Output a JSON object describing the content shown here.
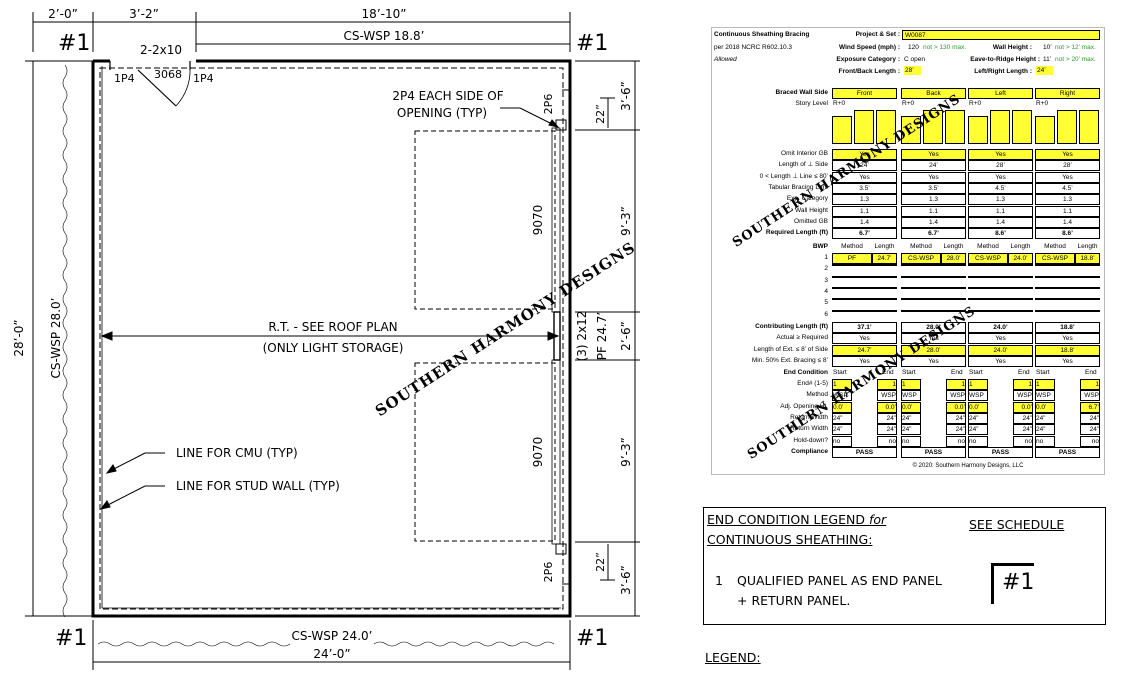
{
  "plan": {
    "dims_top": [
      "2’-0”",
      "3’-2”",
      "18’-10”"
    ],
    "top_wall_label": "CS-WSP 18.8’",
    "bottom_wall_label": "CS-WSP 24.0’",
    "bottom_dim": "24’-0”",
    "left_dim": "28’-0”",
    "left_wall_label": "CS-WSP 28.0’",
    "corner_mark": "#1",
    "header_label": "2-2x10",
    "post_left": "1P4",
    "door_label": "3068",
    "post_right": "1P4",
    "note_2p4": [
      "2P4 EACH SIDE OF",
      "OPENING (TYP)"
    ],
    "post_2p6": "2P6",
    "right_dims": [
      "3’-6”",
      "22”",
      "9’-3”",
      "2’-6”",
      "9’-3”",
      "22”",
      "3’-6”"
    ],
    "door_9070": "9070",
    "center_header": "(3) 2x12",
    "pf_label": "PF 24.7’",
    "roof_note": [
      "R.T. - SEE ROOF PLAN",
      "(ONLY LIGHT STORAGE)"
    ],
    "line_cmu": "LINE FOR CMU (TYP)",
    "line_stud": "LINE FOR STUD WALL (TYP)",
    "watermark": "SOUTHERN HARMONY DESIGNS"
  },
  "sheet": {
    "title": "Continuous Sheathing Bracing",
    "subtitle": "per 2018 NCRC R602.10.3",
    "allowed": "Allowed",
    "project_label": "Project & Set :",
    "project_value": "W0087",
    "wind_label": "Wind Speed (mph) :",
    "wind_value": "120",
    "wind_note": "not > 130 max.",
    "wall_height_label": "Wall Height :",
    "wall_height_value": "10’",
    "wall_height_note": "not > 12’ max.",
    "exposure_label": "Exposure Category :",
    "exposure_value": "C open",
    "eave_label": "Eave-to-Ridge Height :",
    "eave_value": "11’",
    "eave_note": "not > 20’ max.",
    "fb_label": "Front/Back Length :",
    "fb_value": "28’",
    "lr_label": "Left/Right Length :",
    "lr_value": "24’",
    "braced_wall_side": "Braced Wall Side",
    "story_level": "Story Level",
    "sides": [
      "Front",
      "Back",
      "Left",
      "Right"
    ],
    "story": [
      "R+0",
      "R+0",
      "R+0",
      "R+0"
    ],
    "row_labels": [
      "Omit Interior GB",
      "Length of ⊥ Side",
      "0 < Length ⊥ Line ≤ 80’",
      "Tabular Bracing Len.",
      "Exp. Category",
      "Wall Height",
      "Omitted GB",
      "Required Length (ft)"
    ],
    "rows": [
      [
        "Yes",
        "Yes",
        "Yes",
        "Yes"
      ],
      [
        "24’",
        "24’",
        "28’",
        "28’"
      ],
      [
        "Yes",
        "Yes",
        "Yes",
        "Yes"
      ],
      [
        "3.5’",
        "3.5’",
        "4.5’",
        "4.5’"
      ],
      [
        "1.3",
        "1.3",
        "1.3",
        "1.3"
      ],
      [
        "1.1",
        "1.1",
        "1.1",
        "1.1"
      ],
      [
        "1.4",
        "1.4",
        "1.4",
        "1.4"
      ],
      [
        "6.7’",
        "6.7’",
        "8.6’",
        "8.6’"
      ]
    ],
    "bwp_label": "BWP",
    "method_header": "Method",
    "length_header": "Length",
    "bwp_numbers": [
      "1",
      "2",
      "3",
      "4",
      "5",
      "6"
    ],
    "bwp_methods": [
      "PF",
      "CS-WSP",
      "CS-WSP",
      "CS-WSP"
    ],
    "bwp_lengths": [
      "24.7’",
      "28.0’",
      "24.0’",
      "18.8’"
    ],
    "contrib_label": "Contributing Length (ft)",
    "contrib": [
      "37.1’",
      "28.0’",
      "24.0’",
      "18.8’"
    ],
    "actual_label": "Actual ≥ Required",
    "actual": [
      "Yes",
      "Yes",
      "Yes",
      "Yes"
    ],
    "ext_label": "Length of Ext. ≤ 8’ of Side",
    "ext": [
      "24.7’",
      "28.0’",
      "24.0’",
      "18.8’"
    ],
    "min_label": "Min. 50% Ext. Bracing ≤ 8’",
    "min": [
      "Yes",
      "Yes",
      "Yes",
      "Yes"
    ],
    "end_condition": "End Condition",
    "start_label": "Start",
    "end_label": "End",
    "end_row_labels": [
      "End# (1-5)",
      "Method",
      "Adj. Opening Ht.",
      "Return Width",
      "Return Width",
      "Hold-down?"
    ],
    "end_num": [
      "1",
      "1",
      "1",
      "1",
      "1",
      "1"
    ],
    "end_method": [
      "WSP",
      "WSP",
      "WSP",
      "WSP",
      "WSP",
      "WSP"
    ],
    "adj_open": [
      "0.0’",
      "0.0’",
      "0.0’",
      "0.0’",
      "0.0’",
      "6.7’"
    ],
    "ret1": "24”",
    "hold": "no",
    "compliance_label": "Compliance",
    "compliance": [
      "PASS",
      "PASS",
      "PASS",
      "PASS"
    ],
    "copyright": "© 2020: Southern Harmony Designs, LLC"
  },
  "legend": {
    "title_line1_a": "END CONDITION LEGEND ",
    "title_line1_b": "for",
    "title_line2": "CONTINUOUS SHEATHING:",
    "see_schedule": "SEE SCHEDULE",
    "item_number": "1",
    "item_text_1": "QUALIFIED PANEL AS END PANEL",
    "item_text_2": "+ RETURN PANEL.",
    "symbol": "#1",
    "footer": "LEGEND:"
  }
}
